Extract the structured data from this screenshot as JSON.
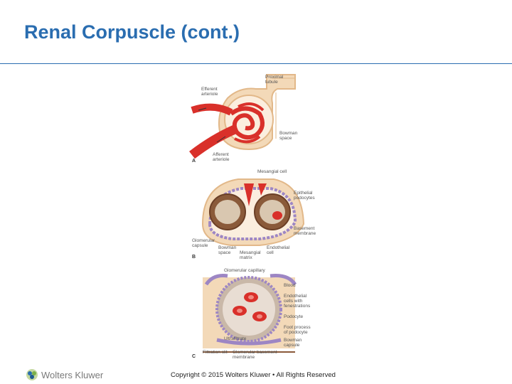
{
  "slide": {
    "title": "Renal Corpuscle (cont.)",
    "copyright": "Copyright © 2015 Wolters Kluwer • All Rights Reserved",
    "logo_text": "Wolters Kluwer"
  },
  "figure": {
    "panel_a": {
      "letter": "A",
      "labels": {
        "efferent": "Efferent\narteriole",
        "proximal": "Proximal\ntubule",
        "bowman": "Bowman\nspace",
        "afferent": "Afferent\narteriole"
      }
    },
    "panel_b": {
      "letter": "B",
      "labels": {
        "mesangial_cell": "Mesangial cell",
        "epithelial": "Epithelial\npodocytes",
        "basement": "Basement\nmembrane",
        "glomerular_capsule": "Glomerular\ncapsule",
        "bowman_space": "Bowman\nspace",
        "mesangial_matrix": "Mesangial\nmatrix",
        "endothelial_cell": "Endothelial\ncell"
      }
    },
    "panel_c": {
      "letter": "C",
      "labels": {
        "glomerular_capillary": "Glomerular capillary",
        "blood": "Blood",
        "endothelial_fenestrations": "Endothelial\ncells with\nfenestrations",
        "podocyte": "Podocyte",
        "foot_process": "Foot process\nof podocyte",
        "bowman_capsule": "Bowman\ncapsule",
        "ultrafiltrate": "Ultrafiltrate",
        "filtration_slit": "Filtration slit",
        "gbm": "Glomerular basement\nmembrane"
      }
    }
  },
  "colors": {
    "title": "#2a6db0",
    "vessel_red": "#d9302a",
    "tubule_tan": "#f3d9b8",
    "tubule_edge": "#e2b889",
    "podocyte_purple": "#9d86c4",
    "cell_brown": "#8a5a3a",
    "capillary_grey": "#c9b8a8"
  }
}
